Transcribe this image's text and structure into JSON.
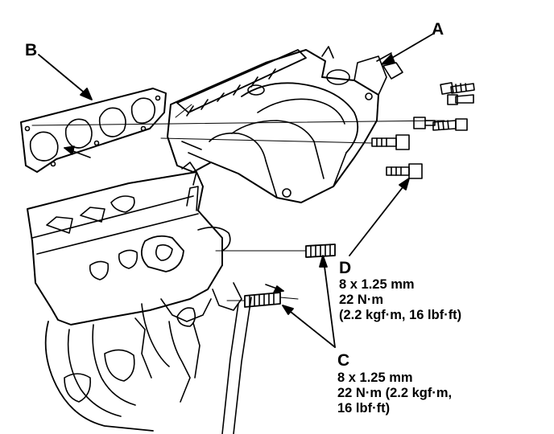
{
  "labels": {
    "a": "A",
    "b": "B",
    "c": "C",
    "d": "D"
  },
  "spec_d": {
    "size": "8 x 1.25 mm",
    "torque_nm": "22 N·m",
    "torque_alt": "(2.2 kgf·m, 16 lbf·ft)"
  },
  "spec_c": {
    "size": "8 x 1.25 mm",
    "torque_line1": "22 N·m (2.2 kgf·m,",
    "torque_line2": "16 lbf·ft)"
  },
  "colors": {
    "ink": "#000000",
    "paper": "#ffffff"
  }
}
